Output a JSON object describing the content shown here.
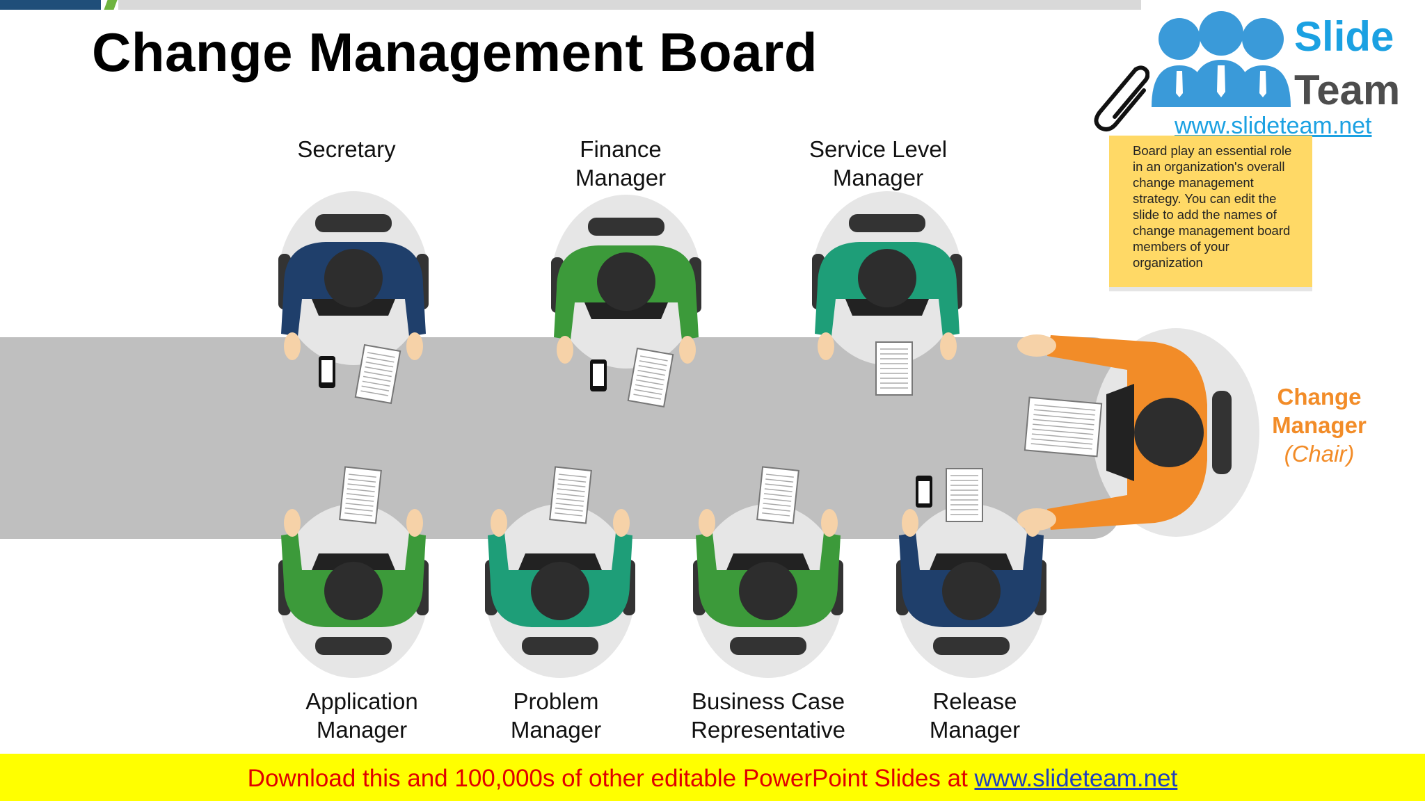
{
  "slide": {
    "title": "Change Management Board"
  },
  "logo": {
    "word1": "Slide",
    "word2": "Team",
    "url": "www.slideteam.net"
  },
  "note": {
    "lines": [
      "Board play an essential role",
      "in an organization's overall",
      "change management",
      "strategy. You can edit the",
      "slide to add the names of",
      "change management board",
      "members of your",
      "organization"
    ]
  },
  "members_top": [
    {
      "line1": "Secretary",
      "line2": "",
      "shirt": "#1f3f6b"
    },
    {
      "line1": "Finance",
      "line2": "Manager",
      "shirt": "#3c9a3a"
    },
    {
      "line1": "Service Level",
      "line2": "Manager",
      "shirt": "#1e9e78"
    }
  ],
  "members_bottom": [
    {
      "line1": "Application",
      "line2": "Manager",
      "shirt": "#3c9a3a"
    },
    {
      "line1": "Problem",
      "line2": "Manager",
      "shirt": "#1e9e78"
    },
    {
      "line1": "Business Case",
      "line2": "Representative",
      "shirt": "#3c9a3a"
    },
    {
      "line1": "Release",
      "line2": "Manager",
      "shirt": "#1f3f6b"
    }
  ],
  "chair": {
    "line1": "Change",
    "line2": "Manager",
    "line3": "(Chair)",
    "color": "#f28c28"
  },
  "banner": {
    "text": "Download this and 100,000s of other editable PowerPoint Slides at ",
    "link": "www.slideteam.net"
  }
}
